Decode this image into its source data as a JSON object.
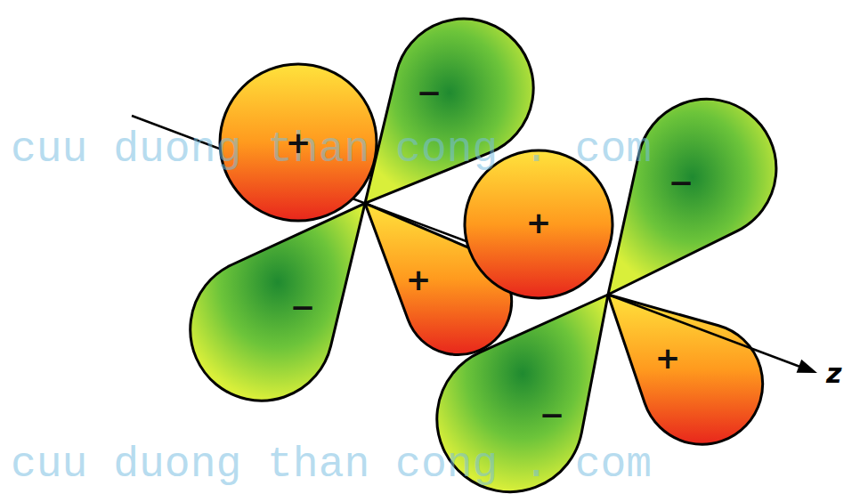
{
  "diagram": {
    "labels": [
      "cuu duong than cong . com",
      "+",
      "−",
      "−",
      "+",
      "+",
      "−",
      "−",
      "+",
      "z",
      "cuu duong than cong . com"
    ]
  }
}
